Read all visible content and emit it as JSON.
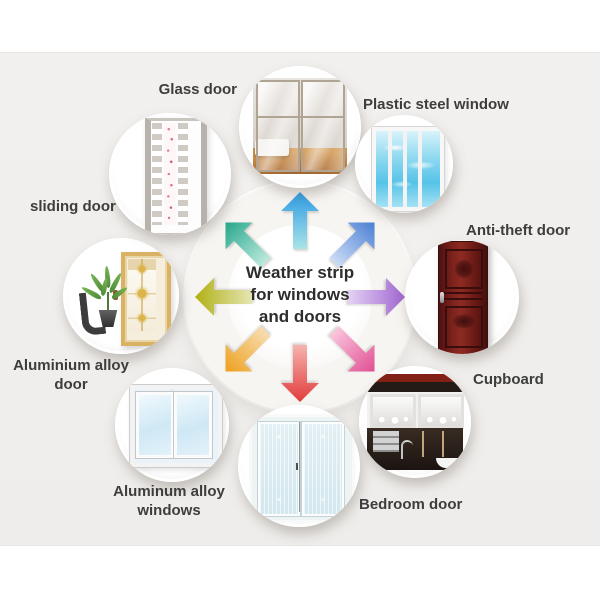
{
  "diagram": {
    "center": {
      "lines": [
        "Weather strip",
        "for windows",
        "and doors"
      ]
    },
    "items": [
      {
        "id": "glass-door",
        "label": "Glass door"
      },
      {
        "id": "plastic-steel-window",
        "label": "Plastic steel window"
      },
      {
        "id": "anti-theft-door",
        "label": "Anti-theft door"
      },
      {
        "id": "cupboard",
        "label": "Cupboard"
      },
      {
        "id": "bedroom-door",
        "label": "Bedroom door"
      },
      {
        "id": "aluminum-alloy-windows",
        "label": "Aluminum alloy windows"
      },
      {
        "id": "aluminium-alloy-door",
        "label": "Aluminium alloy door"
      },
      {
        "id": "sliding-door",
        "label": "sliding door"
      }
    ],
    "arrows": [
      {
        "direction": "up",
        "base": "#a9e4e6",
        "tip": "#2d9be4"
      },
      {
        "direction": "up-right",
        "base": "#ccdcf6",
        "tip": "#4a7fd4"
      },
      {
        "direction": "right",
        "base": "#e4d2f4",
        "tip": "#a065d0"
      },
      {
        "direction": "down-right",
        "base": "#f9c6dc",
        "tip": "#e04f93"
      },
      {
        "direction": "down",
        "base": "#f6b3ae",
        "tip": "#e13c3c"
      },
      {
        "direction": "down-left",
        "base": "#f8ddb0",
        "tip": "#eda01e"
      },
      {
        "direction": "left",
        "base": "#e6e6b4",
        "tip": "#b0b014"
      },
      {
        "direction": "up-left",
        "base": "#bdeadd",
        "tip": "#27a78c"
      }
    ],
    "colors": {
      "background_band": "#f1efed",
      "label_text": "#3d3d3d",
      "center_text": "#2d2d2d"
    }
  }
}
